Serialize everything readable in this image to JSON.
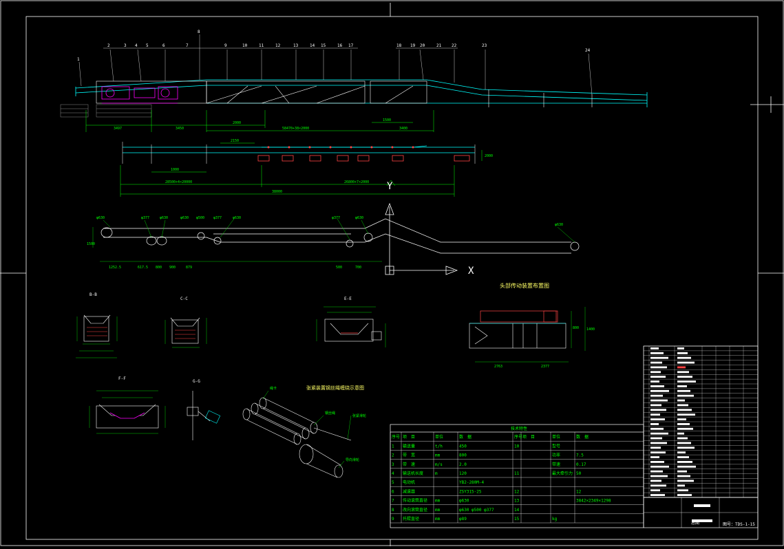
{
  "colors": {
    "background": "#000000",
    "frame": "#ffffff",
    "dimension": "#00ff00",
    "belt": "#00ffff",
    "frame_member": "#ffffff",
    "drive": "#ff00ff",
    "roller": "#ff4444",
    "leader": "#00ffff"
  },
  "top_view": {
    "dims": [
      "3497",
      "3450",
      "2000",
      "1500",
      "3400",
      "58470+38×2000"
    ],
    "tags": [
      "1",
      "2",
      "3",
      "4",
      "5",
      "6",
      "7",
      "8",
      "9",
      "10",
      "11",
      "12",
      "13",
      "14",
      "15",
      "16",
      "17",
      "18",
      "19",
      "20",
      "21",
      "22",
      "23",
      "24"
    ]
  },
  "side_view": {
    "dims": [
      "2150",
      "1000",
      "2000",
      "28500+4×20000",
      "26800+7×2000",
      "38000"
    ]
  },
  "belt_layout": {
    "pulleys": [
      "φ630",
      "φ377",
      "φ630",
      "φ630",
      "φ500",
      "φ377",
      "φ630",
      "φ377",
      "φ630",
      "φ630"
    ],
    "dims": [
      "1252.5",
      "617.5",
      "800",
      "900",
      "879",
      "1500",
      "500",
      "700"
    ],
    "axis_x": "X",
    "axis_y": "Y"
  },
  "sections": [
    {
      "id": "B-B",
      "label": "B-B"
    },
    {
      "id": "C-C",
      "label": "C-C"
    },
    {
      "id": "E-E",
      "label": "E-E"
    },
    {
      "id": "F-F",
      "label": "F-F"
    },
    {
      "id": "G-G",
      "label": "G-G"
    }
  ],
  "detail_titles": {
    "drive_layout": "头部传动装置布置图",
    "cleaner_diagram": "张紧装置钢丝绳缠绕示意图"
  },
  "cleaner_labels": [
    "钢丝绳",
    "张紧滑轮",
    "导向滑轮",
    "绳卡"
  ],
  "drive_dims": [
    "2763",
    "2377",
    "1400",
    "800"
  ],
  "tech_table": {
    "title": "技术特性",
    "headers": [
      "序号",
      "项　目",
      "单位",
      "数　据",
      "序号",
      "项　目",
      "单位",
      "数　据"
    ],
    "rows": [
      [
        "1",
        "输送量",
        "t/h",
        "450",
        "10",
        "",
        "型号",
        ""
      ],
      [
        "2",
        "带　宽",
        "mm",
        "800",
        "",
        "",
        "功率",
        "7.5"
      ],
      [
        "3",
        "带　速",
        "m/s",
        "2.0",
        "",
        "",
        "带速",
        "0.17"
      ],
      [
        "4",
        "输送机长度",
        "m",
        "120",
        "11",
        "",
        "最大牵引力",
        "50"
      ],
      [
        "5",
        "电动机",
        "",
        "YB2-280M-4",
        "",
        "",
        "",
        ""
      ],
      [
        "6",
        "减速器",
        "",
        "ZSY315-25",
        "12",
        "",
        "",
        "12"
      ],
      [
        "7",
        "传动滚筒直径",
        "mm",
        "φ630",
        "13",
        "",
        "",
        "3842×2349×1298"
      ],
      [
        "8",
        "改向滚筒直径",
        "mm",
        "φ630 φ500 φ377",
        "14",
        "",
        "",
        ""
      ],
      [
        "9",
        "托辊直径",
        "mm",
        "φ89",
        "15",
        "",
        "kg",
        ""
      ]
    ]
  },
  "title_block": {
    "drawing_no": "图号：TDS-1-15",
    "title": "总图"
  }
}
